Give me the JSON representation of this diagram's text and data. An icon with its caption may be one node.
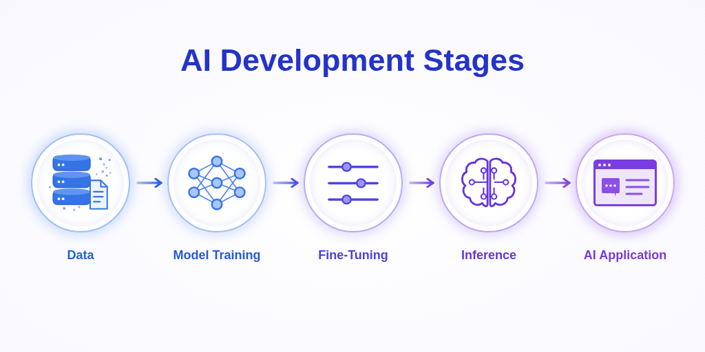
{
  "diagram": {
    "title": "AI Development Stages",
    "nodes": [
      {
        "text": [
          "Data"
        ]
      },
      {
        "text": [
          "Model Training"
        ]
      },
      {
        "text": [
          "Fine-Tuning"
        ]
      },
      {
        "text": [
          "Inference"
        ]
      },
      {
        "text": [
          "AI Application"
        ]
      }
    ],
    "edges": [
      {
        "from": 0,
        "to": 1,
        "arrow": "to",
        "color": "#2b5fe6"
      },
      {
        "from": 1,
        "to": 2,
        "arrow": "to",
        "color": "#4a55e8"
      },
      {
        "from": 2,
        "to": 3,
        "arrow": "to",
        "color": "#6a45e2"
      },
      {
        "from": 3,
        "to": 4,
        "arrow": "to",
        "color": "#8444de"
      }
    ]
  }
}
